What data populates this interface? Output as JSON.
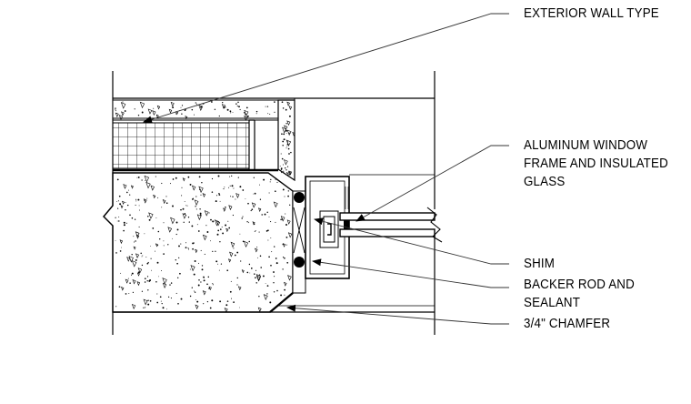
{
  "labels": {
    "exterior_wall_type": "EXTERIOR WALL TYPE",
    "aluminum_window_line1": "ALUMINUM WINDOW",
    "aluminum_window_line2": "FRAME AND INSULATED",
    "aluminum_window_line3": "GLASS",
    "shim": "SHIM",
    "backer_rod_line1": "BACKER ROD AND",
    "backer_rod_line2": "SEALANT",
    "chamfer": "3/4\" CHAMFER"
  },
  "colors": {
    "ink": "#000000",
    "background": "#ffffff",
    "leader": "#333333"
  }
}
